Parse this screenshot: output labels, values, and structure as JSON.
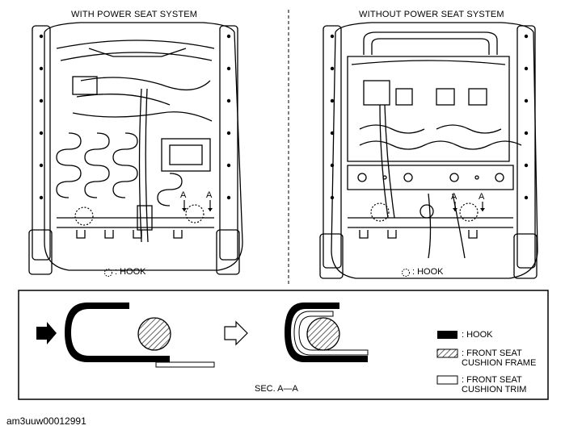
{
  "left_panel": {
    "title": "WITH POWER SEAT SYSTEM",
    "hook_label": ": HOOK",
    "section_marks": [
      "A",
      "A"
    ]
  },
  "right_panel": {
    "title": "WITHOUT POWER SEAT SYSTEM",
    "hook_label": ": HOOK",
    "section_marks": [
      "A",
      "A"
    ]
  },
  "detail": {
    "section_label": "SEC. A—A",
    "legend": [
      {
        "swatch": "solid-black",
        "text": ": HOOK"
      },
      {
        "swatch": "hatched",
        "text": ": FRONT SEAT\nCUSHION FRAME"
      },
      {
        "swatch": "white",
        "text": ": FRONT SEAT\nCUSHION TRIM"
      }
    ]
  },
  "image_code": "am3uuw00012991"
}
